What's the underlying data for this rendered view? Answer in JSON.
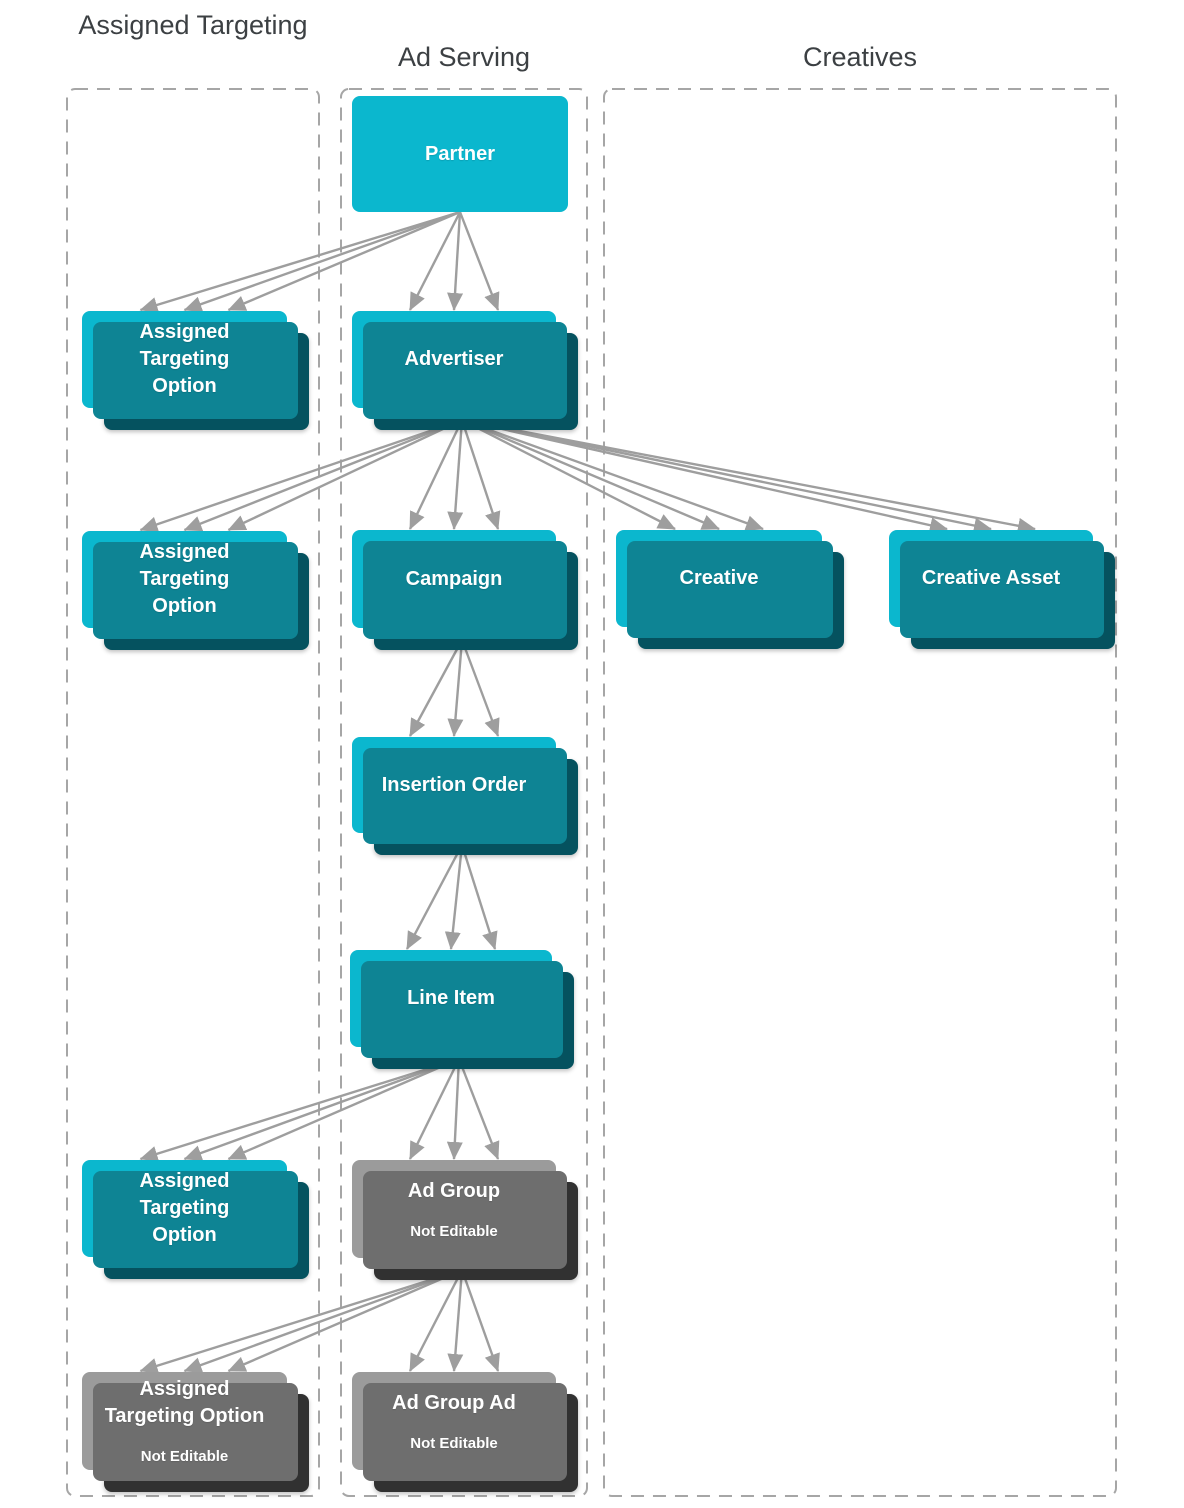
{
  "columns": {
    "assigned_targeting": {
      "title": "Assigned Targeting"
    },
    "ad_serving": {
      "title": "Ad Serving"
    },
    "creatives": {
      "title": "Creatives"
    }
  },
  "nodes": {
    "partner": {
      "label": "Partner",
      "editable": true
    },
    "ato_partner": {
      "label": "Assigned\nTargeting\nOption",
      "editable": true
    },
    "advertiser": {
      "label": "Advertiser",
      "editable": true
    },
    "ato_advertiser": {
      "label": "Assigned\nTargeting\nOption",
      "editable": true
    },
    "campaign": {
      "label": "Campaign",
      "editable": true
    },
    "creative": {
      "label": "Creative",
      "editable": true
    },
    "creative_asset": {
      "label": "Creative Asset",
      "editable": true
    },
    "insertion_order": {
      "label": "Insertion Order",
      "editable": true
    },
    "line_item": {
      "label": "Line Item",
      "editable": true
    },
    "ato_line_item": {
      "label": "Assigned\nTargeting\nOption",
      "editable": true
    },
    "ad_group": {
      "label": "Ad Group",
      "sublabel": "Not Editable",
      "editable": false
    },
    "ato_ad_group": {
      "label": "Assigned\nTargeting Option",
      "sublabel": "Not Editable",
      "editable": false
    },
    "ad_group_ad": {
      "label": "Ad Group Ad",
      "sublabel": "Not Editable",
      "editable": false
    }
  },
  "edges": [
    {
      "from": "partner",
      "to": "ato_partner"
    },
    {
      "from": "partner",
      "to": "advertiser"
    },
    {
      "from": "advertiser",
      "to": "ato_advertiser"
    },
    {
      "from": "advertiser",
      "to": "campaign"
    },
    {
      "from": "advertiser",
      "to": "creative"
    },
    {
      "from": "advertiser",
      "to": "creative_asset"
    },
    {
      "from": "campaign",
      "to": "insertion_order"
    },
    {
      "from": "insertion_order",
      "to": "line_item"
    },
    {
      "from": "line_item",
      "to": "ato_line_item"
    },
    {
      "from": "line_item",
      "to": "ad_group"
    },
    {
      "from": "ad_group",
      "to": "ato_ad_group"
    },
    {
      "from": "ad_group",
      "to": "ad_group_ad"
    }
  ],
  "colors": {
    "node_cyan": "#0bb7ce",
    "node_cyan_mid": "#0e8494",
    "node_cyan_back": "#05525f",
    "node_gray": "#9b9b9b",
    "node_gray_mid": "#6e6e6e",
    "node_gray_back": "#313131",
    "arrow": "#9e9e9e",
    "column_border": "#a6a6a6",
    "title_text": "#3c4043",
    "node_text": "#ffffff"
  }
}
